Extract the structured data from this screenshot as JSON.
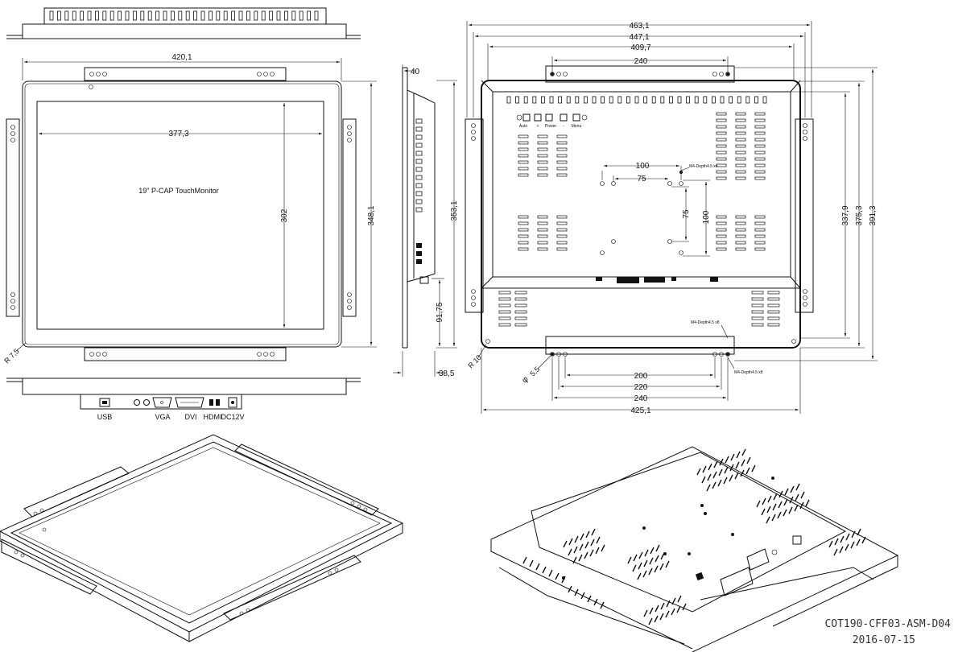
{
  "front_view": {
    "width_outer": "420,1",
    "width_screen": "377,3",
    "height_screen": "302",
    "height_outer": "348,1",
    "title": "19\" P-CAP TouchMonitor",
    "radius": "R 7,5"
  },
  "side_view": {
    "depth_top": "40",
    "height_total": "353,1",
    "bottom_offset": "91,75",
    "depth_bottom": "38,5"
  },
  "bottom_view": {
    "ports": [
      "USB",
      "VGA",
      "DVI",
      "HDMI",
      "DC12V"
    ]
  },
  "rear_view": {
    "width_463": "463,1",
    "width_447": "447,1",
    "width_409": "409,7",
    "bracket_240_top": "240",
    "hole_100_h": "100",
    "hole_75_h": "75",
    "hole_75_v": "75",
    "hole_100_v": "100",
    "screw_label": "M4-Depth4.5 x4",
    "screw_label_2": "M4-Depth4.5 x8",
    "screw_label_3": "M4-Depth4.5 x8",
    "height_337": "337,9",
    "height_375": "375,3",
    "height_391": "391,3",
    "radius": "R 10",
    "hole_diameter": "5,5",
    "diameter_symbol": "φ",
    "bracket_200": "200",
    "bracket_220": "220",
    "bracket_240": "240",
    "width_425": "425,1",
    "buttons": [
      "Auto",
      "+",
      "Power",
      "-",
      "Menu"
    ]
  },
  "stamp": {
    "part_number": "COT190-CFF03-ASM-D04",
    "date": "2016-07-15"
  }
}
